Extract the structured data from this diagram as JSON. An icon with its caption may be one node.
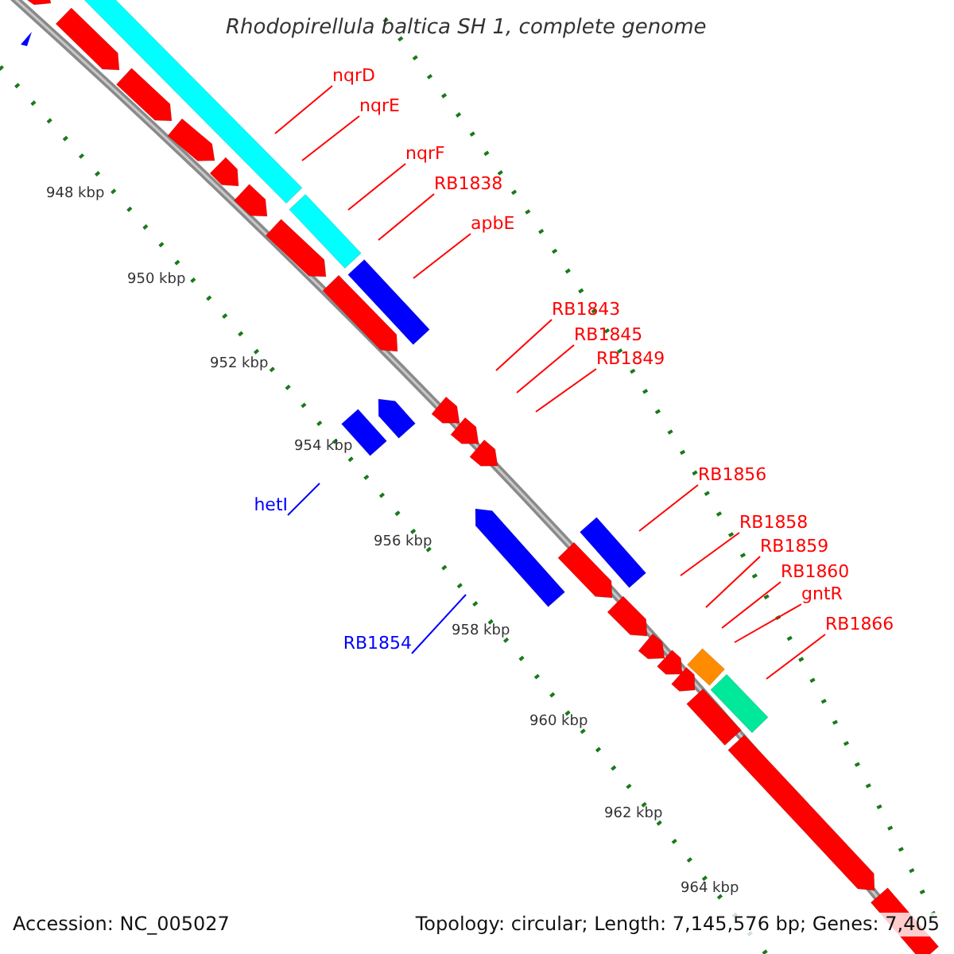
{
  "diagram": {
    "title": "Rhodopirellula baltica SH 1, complete genome",
    "nodes": [
      {
        "text": [
          "nqrD"
        ]
      },
      {
        "text": [
          "nqrE"
        ]
      },
      {
        "text": [
          "nqrF"
        ]
      },
      {
        "text": [
          "RB1838"
        ]
      },
      {
        "text": [
          "apbE"
        ]
      },
      {
        "text": [
          "RB1843"
        ]
      },
      {
        "text": [
          "RB1845"
        ]
      },
      {
        "text": [
          "RB1849"
        ]
      },
      {
        "text": [
          "hetI"
        ]
      },
      {
        "text": [
          "RB1856"
        ]
      },
      {
        "text": [
          "RB1858"
        ]
      },
      {
        "text": [
          "RB1859"
        ]
      },
      {
        "text": [
          "RB1854"
        ]
      },
      {
        "text": [
          "RB1860"
        ]
      },
      {
        "text": [
          "gntR"
        ]
      },
      {
        "text": [
          "RB1866"
        ]
      }
    ],
    "edges": [
      {
        "from": 0,
        "to": null,
        "arrow": "none"
      },
      {
        "from": 1,
        "to": null,
        "arrow": "none"
      },
      {
        "from": 2,
        "to": null,
        "arrow": "none"
      },
      {
        "from": 3,
        "to": null,
        "arrow": "none"
      },
      {
        "from": 4,
        "to": null,
        "arrow": "none"
      },
      {
        "from": 5,
        "to": null,
        "arrow": "none"
      },
      {
        "from": 6,
        "to": null,
        "arrow": "none"
      },
      {
        "from": 7,
        "to": null,
        "arrow": "none"
      },
      {
        "from": 8,
        "to": null,
        "arrow": "none",
        "color": "#0000ff"
      },
      {
        "from": 9,
        "to": null,
        "arrow": "none"
      },
      {
        "from": 10,
        "to": null,
        "arrow": "none"
      },
      {
        "from": 11,
        "to": null,
        "arrow": "none"
      },
      {
        "from": 12,
        "to": null,
        "arrow": "none",
        "color": "#0000ff"
      },
      {
        "from": 13,
        "to": null,
        "arrow": "none"
      },
      {
        "from": 14,
        "to": null,
        "arrow": "none"
      },
      {
        "from": 15,
        "to": null,
        "arrow": "none"
      }
    ],
    "labels": [
      "948 kbp",
      "950 kbp",
      "952 kbp",
      "954 kbp",
      "956 kbp",
      "958 kbp",
      "960 kbp",
      "962 kbp",
      "964 kbp",
      "Accession: NC_005027",
      "Topology: circular; Length: 7,145,576 bp; Genes: 7,405"
    ]
  }
}
